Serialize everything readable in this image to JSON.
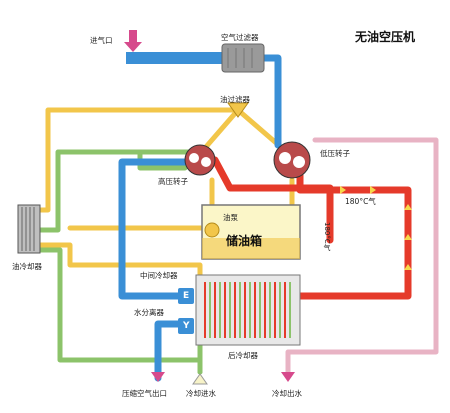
{
  "title": "无油空压机",
  "labels": {
    "air_inlet": "进气口",
    "air_filter": "空气过滤器",
    "oil_filter": "油过滤器",
    "high_rotor": "高压转子",
    "low_rotor": "低压转子",
    "oil_pump": "油泵",
    "oil_tank": "储油箱",
    "oil_cooler": "油冷却器",
    "intercooler": "中间冷却器",
    "water_separator": "水分离器",
    "aftercooler": "后冷却器",
    "air_outlet": "压缩空气出口",
    "water_in": "冷却进水",
    "water_out": "冷却出水",
    "temp_180": "180°C气",
    "temp_vertical": "180°C气",
    "badge_e": "E",
    "badge_y": "Y"
  },
  "colors": {
    "air_cold": "#3a8fd6",
    "air_hot": "#e53a2a",
    "oil": "#f2c64a",
    "cooling_in": "#8cc36a",
    "cooling_out": "#e8b3c4",
    "tank": "#fbf6c8"
  }
}
